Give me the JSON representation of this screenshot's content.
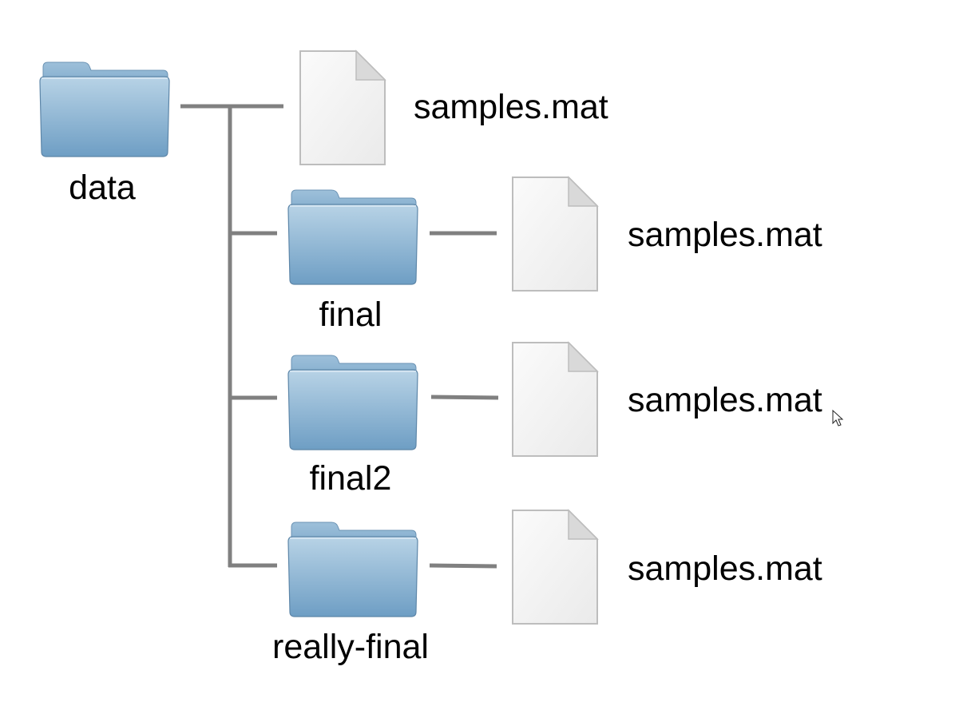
{
  "tree": {
    "root": {
      "name": "data",
      "icon": "folder-icon"
    },
    "root_file": {
      "name": "samples.mat",
      "icon": "file-icon"
    },
    "children": [
      {
        "name": "final",
        "icon": "folder-icon",
        "file": {
          "name": "samples.mat",
          "icon": "file-icon"
        }
      },
      {
        "name": "final2",
        "icon": "folder-icon",
        "file": {
          "name": "samples.mat",
          "icon": "file-icon"
        }
      },
      {
        "name": "really-final",
        "icon": "folder-icon",
        "file": {
          "name": "samples.mat",
          "icon": "file-icon"
        }
      }
    ]
  },
  "colors": {
    "connector": "#808080",
    "folder_top": "#b8d3e6",
    "folder_bottom": "#6e9ec4",
    "file_fill": "#f4f4f4",
    "file_stroke": "#c8c8c8"
  }
}
